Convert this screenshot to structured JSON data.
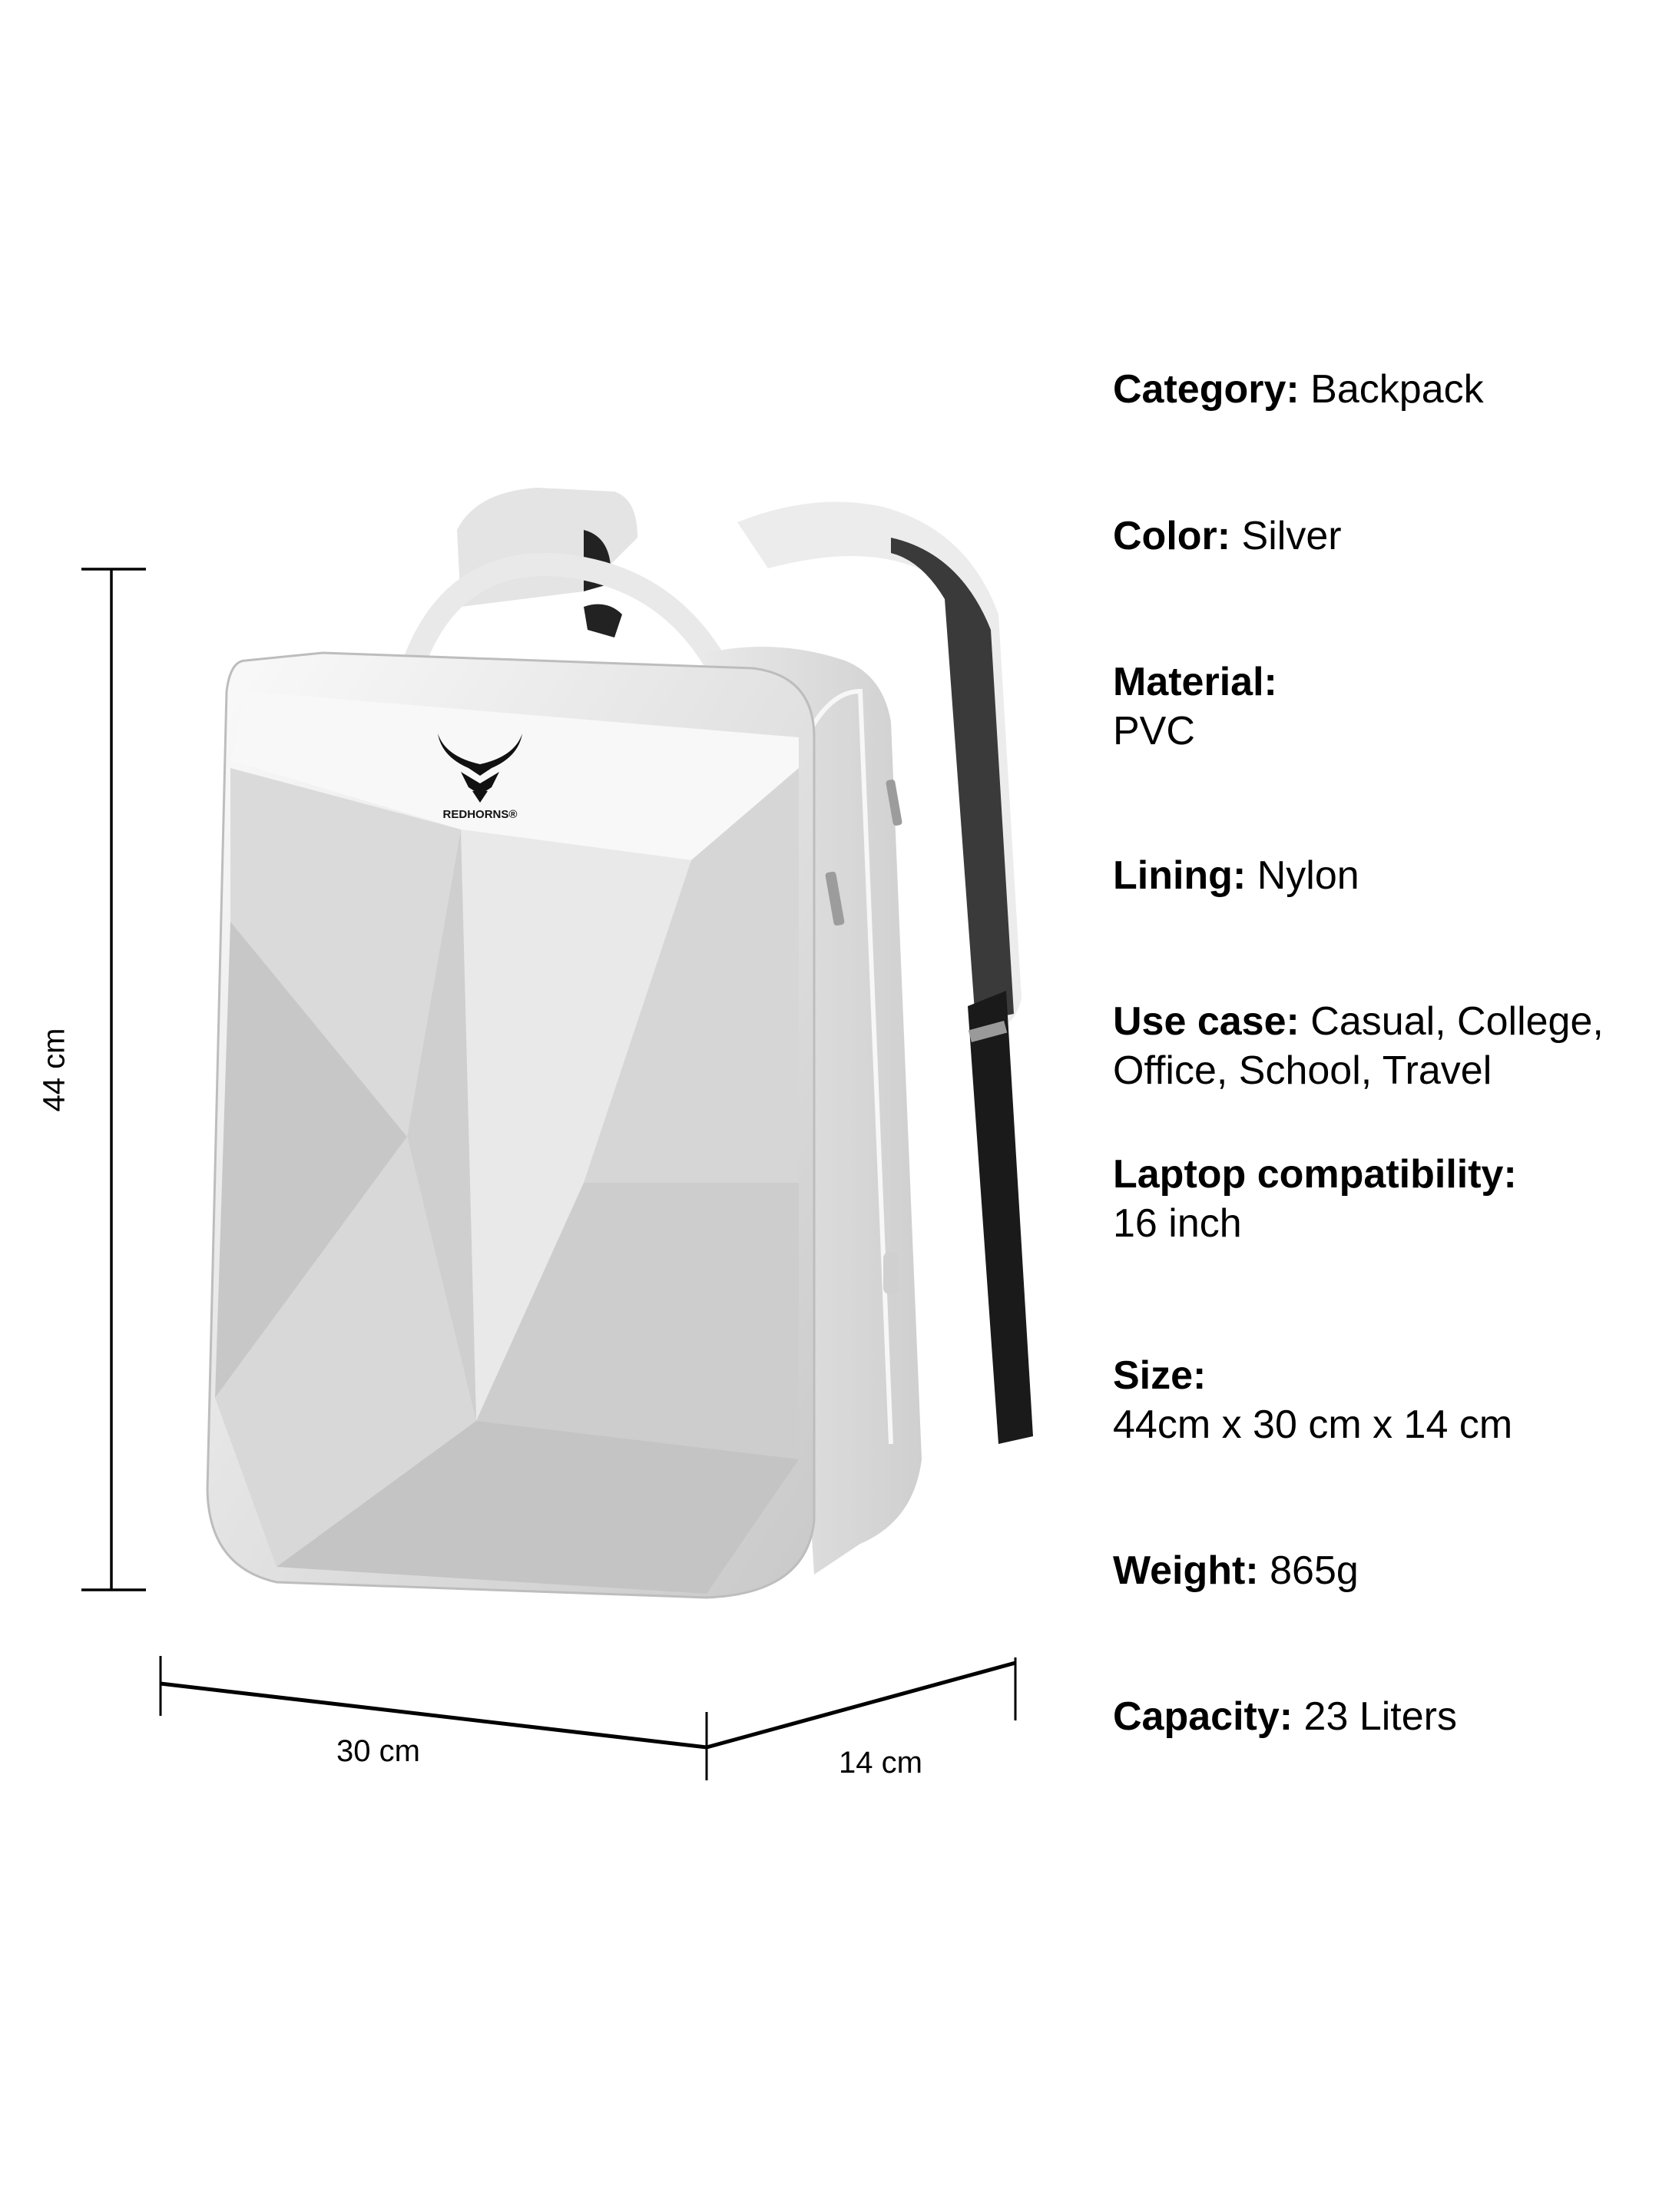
{
  "product": {
    "brand": "REDHORNS",
    "brand_mark": "®",
    "image_alt": "Silver hard-shell geometric backpack",
    "colors": {
      "shell_light": "#f4f4f4",
      "shell_mid": "#d9d9d9",
      "shell_dark": "#b8b8b8",
      "strap": "#1a1a1a",
      "mesh": "#3a3a3a",
      "text": "#000000"
    }
  },
  "dimensions": {
    "height": "44 cm",
    "width": "30 cm",
    "depth": "14 cm"
  },
  "specs": [
    {
      "label": "Category:",
      "value": "Backpack"
    },
    {
      "label": "Color:",
      "value": "Silver"
    },
    {
      "label": "Material:",
      "value": "PVC"
    },
    {
      "label": "Lining:",
      "value": "Nylon"
    },
    {
      "label": "Use case:",
      "value": "Casual, College,",
      "value2": "Office, School, Travel"
    },
    {
      "label": "Laptop compatibility:",
      "value": "16 inch"
    },
    {
      "label": "Size:",
      "value": "44cm x 30 cm x 14 cm"
    },
    {
      "label": "Weight:",
      "value": "865g"
    },
    {
      "label": "Capacity:",
      "value": "23 Liters"
    }
  ]
}
